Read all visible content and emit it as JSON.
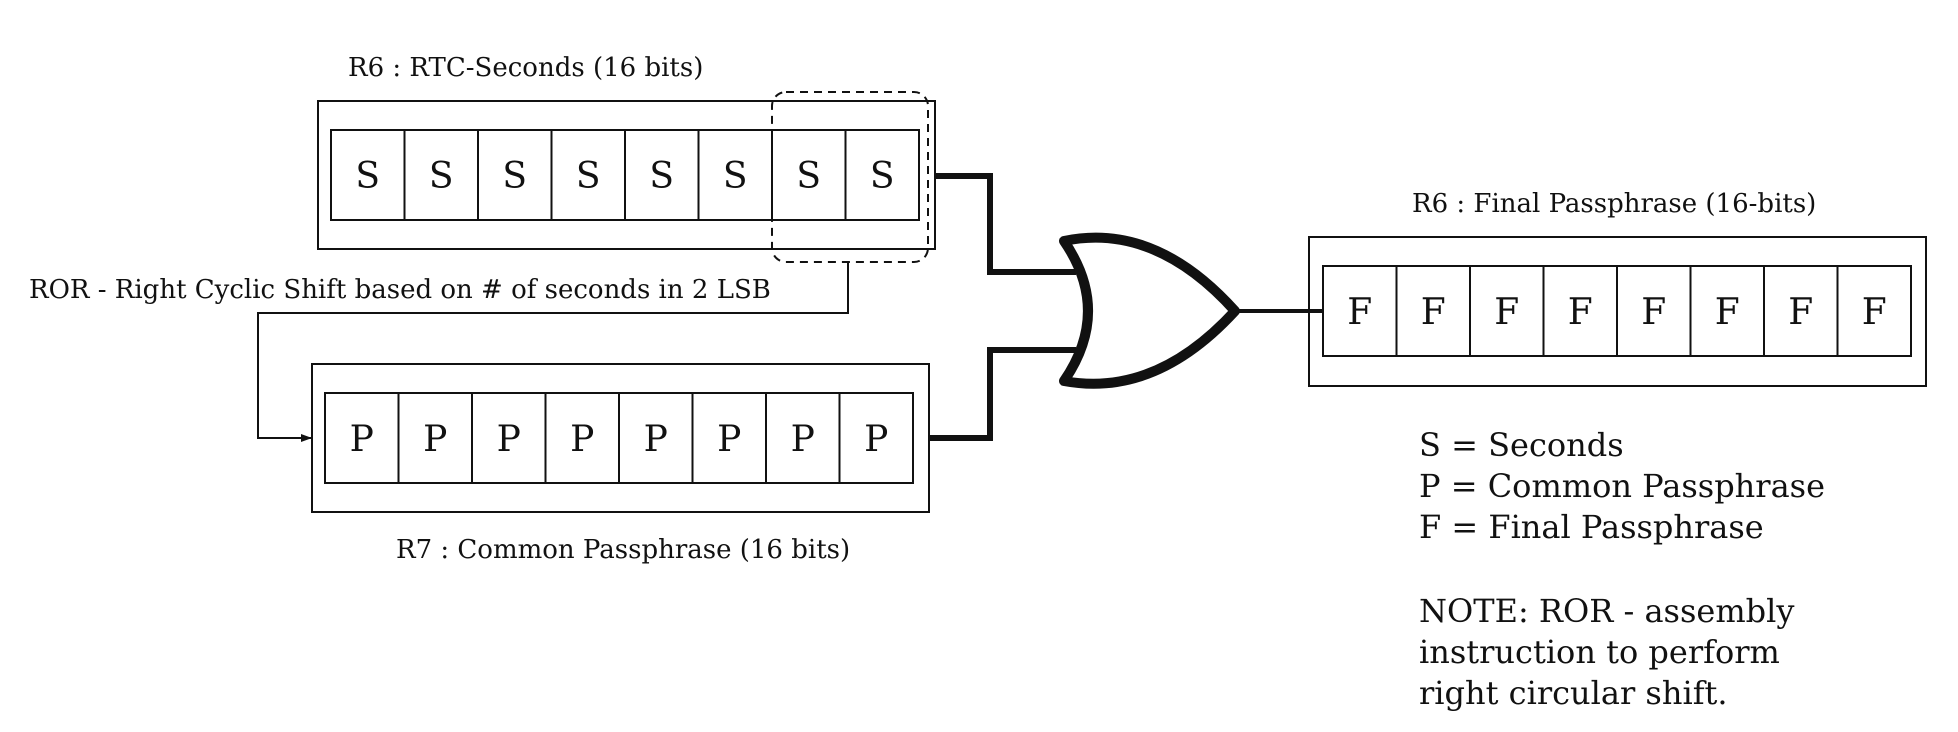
{
  "registers": {
    "r6_seconds": {
      "label": "R6 : RTC-Seconds (16 bits)",
      "cells": [
        "S",
        "S",
        "S",
        "S",
        "S",
        "S",
        "S",
        "S"
      ]
    },
    "r7_common": {
      "label": "R7 : Common Passphrase (16 bits)",
      "cells": [
        "P",
        "P",
        "P",
        "P",
        "P",
        "P",
        "P",
        "P"
      ]
    },
    "r6_final": {
      "label": "R6 : Final Passphrase (16-bits)",
      "cells": [
        "F",
        "F",
        "F",
        "F",
        "F",
        "F",
        "F",
        "F"
      ]
    }
  },
  "ror_label": "ROR - Right Cyclic Shift based on # of seconds in 2 LSB",
  "legend": [
    "S = Seconds",
    "P = Common Passphrase",
    "F = Final Passphrase"
  ],
  "note": [
    "NOTE: ROR - assembly",
    "instruction to perform",
    "right circular shift."
  ],
  "colors": {
    "stroke": "#111111",
    "background": "#ffffff"
  }
}
